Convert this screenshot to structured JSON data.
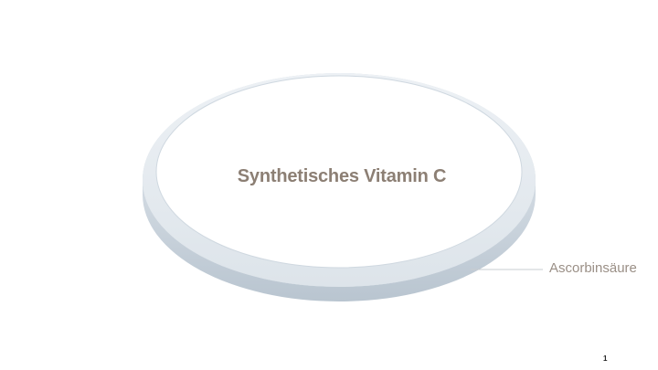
{
  "slide": {
    "title": "Synthetisches Vitamin C",
    "callout_label": "Ascorbinsäure",
    "page_number": "1"
  },
  "colors": {
    "ring_top": "#e8edf2",
    "ring_edge": "#c8d2dc",
    "title_text": "#8c7f74",
    "callout_text": "#9a8f86",
    "callout_line": "#c8ccd0"
  },
  "icons": {
    "ring": "ellipse-ring-shape"
  }
}
